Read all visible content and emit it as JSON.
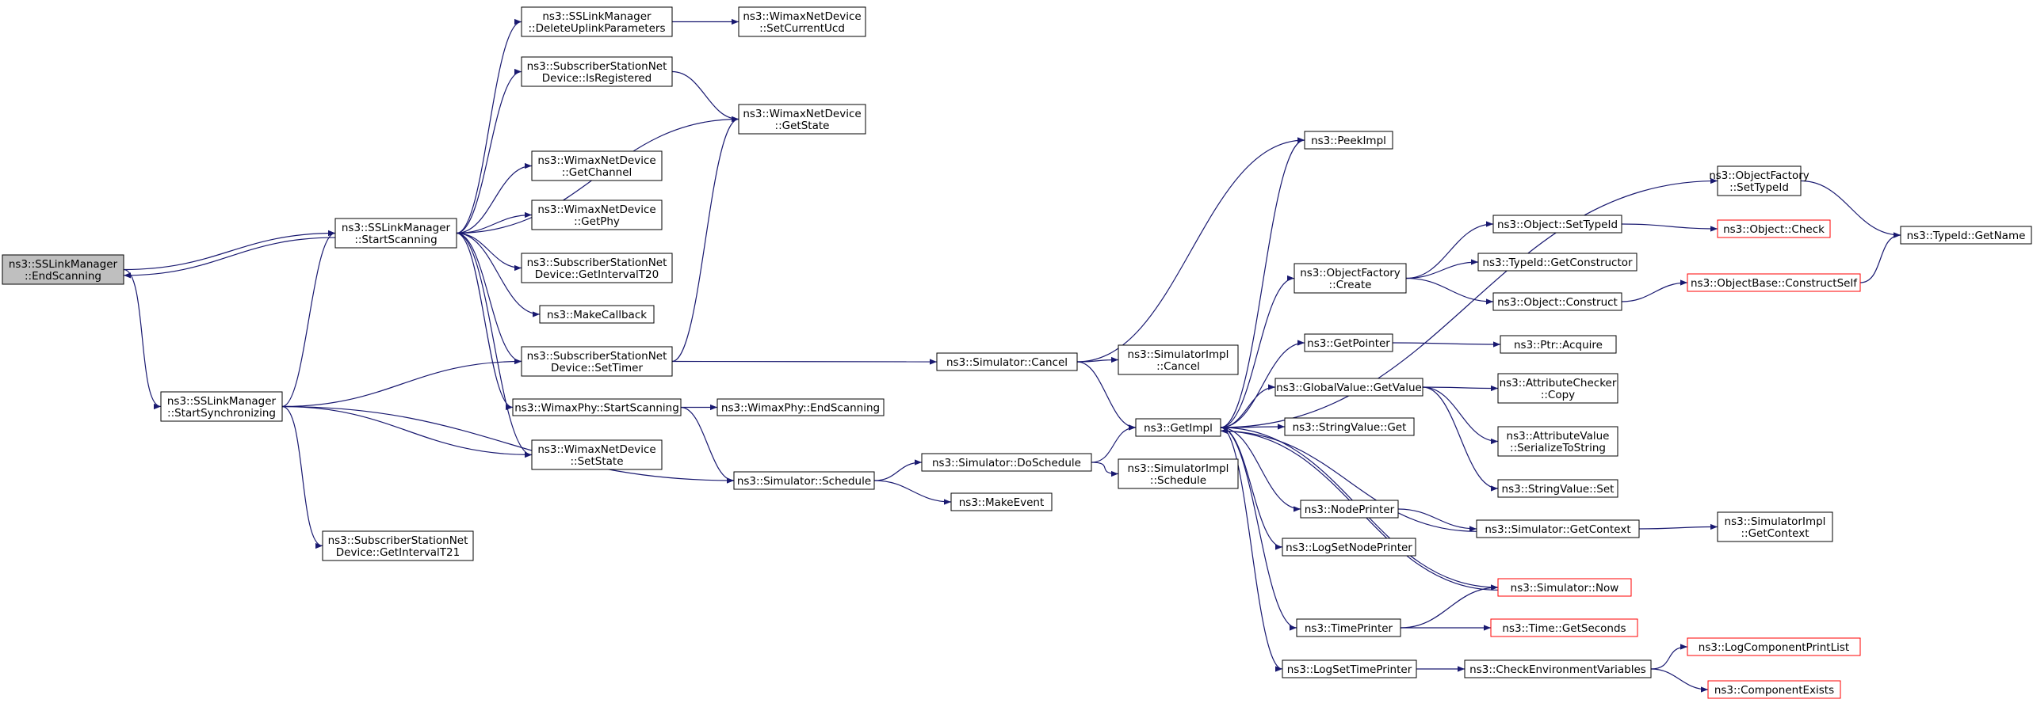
{
  "colors": {
    "node_fill": "#ffffff",
    "node_border": "#000000",
    "missing_border": "#ff0000",
    "current_fill": "#bfbfbf",
    "edge": "#191970"
  },
  "nodes": [
    {
      "id": "ss-endscanning",
      "lines": [
        "ns3::SSLinkManager",
        "::EndScanning"
      ],
      "style": "current"
    },
    {
      "id": "ss-startscanning",
      "lines": [
        "ns3::SSLinkManager",
        "::StartScanning"
      ],
      "style": "normal"
    },
    {
      "id": "ss-startsync",
      "lines": [
        "ns3::SSLinkManager",
        "::StartSynchronizing"
      ],
      "style": "normal"
    },
    {
      "id": "ss-deleteuplink",
      "lines": [
        "ns3::SSLinkManager",
        "::DeleteUplinkParameters"
      ],
      "style": "normal"
    },
    {
      "id": "wnd-setcurrentucd",
      "lines": [
        "ns3::WimaxNetDevice",
        "::SetCurrentUcd"
      ],
      "style": "normal"
    },
    {
      "id": "ssnd-isregistered",
      "lines": [
        "ns3::SubscriberStationNet",
        "Device::IsRegistered"
      ],
      "style": "normal"
    },
    {
      "id": "wnd-getstate",
      "lines": [
        "ns3::WimaxNetDevice",
        "::GetState"
      ],
      "style": "normal"
    },
    {
      "id": "wnd-getchannel",
      "lines": [
        "ns3::WimaxNetDevice",
        "::GetChannel"
      ],
      "style": "normal"
    },
    {
      "id": "wnd-getphy",
      "lines": [
        "ns3::WimaxNetDevice",
        "::GetPhy"
      ],
      "style": "normal"
    },
    {
      "id": "ssnd-getintervalt20",
      "lines": [
        "ns3::SubscriberStationNet",
        "Device::GetIntervalT20"
      ],
      "style": "normal"
    },
    {
      "id": "makecallback",
      "lines": [
        "ns3::MakeCallback"
      ],
      "style": "normal"
    },
    {
      "id": "ssnd-settimer",
      "lines": [
        "ns3::SubscriberStationNet",
        "Device::SetTimer"
      ],
      "style": "normal"
    },
    {
      "id": "phy-startscanning",
      "lines": [
        "ns3::WimaxPhy::StartScanning"
      ],
      "style": "normal"
    },
    {
      "id": "phy-endscanning",
      "lines": [
        "ns3::WimaxPhy::EndScanning"
      ],
      "style": "normal"
    },
    {
      "id": "wnd-setstate",
      "lines": [
        "ns3::WimaxNetDevice",
        "::SetState"
      ],
      "style": "normal"
    },
    {
      "id": "ssnd-getintervalt21",
      "lines": [
        "ns3::SubscriberStationNet",
        "Device::GetIntervalT21"
      ],
      "style": "normal"
    },
    {
      "id": "sim-cancel",
      "lines": [
        "ns3::Simulator::Cancel"
      ],
      "style": "normal"
    },
    {
      "id": "simimpl-cancel",
      "lines": [
        "ns3::SimulatorImpl",
        "::Cancel"
      ],
      "style": "normal"
    },
    {
      "id": "sim-schedule",
      "lines": [
        "ns3::Simulator::Schedule"
      ],
      "style": "normal"
    },
    {
      "id": "sim-doschedule",
      "lines": [
        "ns3::Simulator::DoSchedule"
      ],
      "style": "normal"
    },
    {
      "id": "simimpl-schedule",
      "lines": [
        "ns3::SimulatorImpl",
        "::Schedule"
      ],
      "style": "normal"
    },
    {
      "id": "makeevent",
      "lines": [
        "ns3::MakeEvent"
      ],
      "style": "normal"
    },
    {
      "id": "getimpl",
      "lines": [
        "ns3::GetImpl"
      ],
      "style": "normal"
    },
    {
      "id": "peekimpl",
      "lines": [
        "ns3::PeekImpl"
      ],
      "style": "normal"
    },
    {
      "id": "of-settypeid",
      "lines": [
        "ns3::ObjectFactory",
        "::SetTypeId"
      ],
      "style": "normal"
    },
    {
      "id": "typeid-getname",
      "lines": [
        "ns3::TypeId::GetName"
      ],
      "style": "normal"
    },
    {
      "id": "of-create",
      "lines": [
        "ns3::ObjectFactory",
        "::Create"
      ],
      "style": "normal"
    },
    {
      "id": "obj-settypeid",
      "lines": [
        "ns3::Object::SetTypeId"
      ],
      "style": "normal"
    },
    {
      "id": "obj-check",
      "lines": [
        "ns3::Object::Check"
      ],
      "style": "missing"
    },
    {
      "id": "typeid-getconstructor",
      "lines": [
        "ns3::TypeId::GetConstructor"
      ],
      "style": "normal"
    },
    {
      "id": "obj-construct",
      "lines": [
        "ns3::Object::Construct"
      ],
      "style": "normal"
    },
    {
      "id": "objbase-constructself",
      "lines": [
        "ns3::ObjectBase::ConstructSelf"
      ],
      "style": "missing"
    },
    {
      "id": "getpointer",
      "lines": [
        "ns3::GetPointer"
      ],
      "style": "normal"
    },
    {
      "id": "ptr-acquire",
      "lines": [
        "ns3::Ptr::Acquire"
      ],
      "style": "normal"
    },
    {
      "id": "gv-getvalue",
      "lines": [
        "ns3::GlobalValue::GetValue"
      ],
      "style": "normal"
    },
    {
      "id": "attrchecker-copy",
      "lines": [
        "ns3::AttributeChecker",
        "::Copy"
      ],
      "style": "normal"
    },
    {
      "id": "attrvalue-serialize",
      "lines": [
        "ns3::AttributeValue",
        "::SerializeToString"
      ],
      "style": "normal"
    },
    {
      "id": "stringvalue-get",
      "lines": [
        "ns3::StringValue::Get"
      ],
      "style": "normal"
    },
    {
      "id": "stringvalue-set",
      "lines": [
        "ns3::StringValue::Set"
      ],
      "style": "normal"
    },
    {
      "id": "nodeprinter",
      "lines": [
        "ns3::NodePrinter"
      ],
      "style": "normal"
    },
    {
      "id": "sim-getcontext",
      "lines": [
        "ns3::Simulator::GetContext"
      ],
      "style": "normal"
    },
    {
      "id": "simimpl-getcontext",
      "lines": [
        "ns3::SimulatorImpl",
        "::GetContext"
      ],
      "style": "normal"
    },
    {
      "id": "logsetnodeprinter",
      "lines": [
        "ns3::LogSetNodePrinter"
      ],
      "style": "normal"
    },
    {
      "id": "sim-now",
      "lines": [
        "ns3::Simulator::Now"
      ],
      "style": "missing"
    },
    {
      "id": "timeprinter",
      "lines": [
        "ns3::TimePrinter"
      ],
      "style": "normal"
    },
    {
      "id": "time-getseconds",
      "lines": [
        "ns3::Time::GetSeconds"
      ],
      "style": "missing"
    },
    {
      "id": "logsettimeprinter",
      "lines": [
        "ns3::LogSetTimePrinter"
      ],
      "style": "normal"
    },
    {
      "id": "checkenvvars",
      "lines": [
        "ns3::CheckEnvironmentVariables"
      ],
      "style": "normal"
    },
    {
      "id": "logcomponentprintlist",
      "lines": [
        "ns3::LogComponentPrintList"
      ],
      "style": "missing"
    },
    {
      "id": "componentexists",
      "lines": [
        "ns3::ComponentExists"
      ],
      "style": "missing"
    }
  ],
  "edges": [
    [
      "ss-endscanning",
      "ss-startscanning"
    ],
    [
      "ss-endscanning",
      "ss-startsync"
    ],
    [
      "ss-startscanning",
      "ss-endscanning"
    ],
    [
      "ss-startscanning",
      "ss-deleteuplink"
    ],
    [
      "ss-startscanning",
      "ssnd-isregistered"
    ],
    [
      "ss-startscanning",
      "wnd-getstate"
    ],
    [
      "ss-startscanning",
      "wnd-getchannel"
    ],
    [
      "ss-startscanning",
      "wnd-getphy"
    ],
    [
      "ss-startscanning",
      "ssnd-getintervalt20"
    ],
    [
      "ss-startscanning",
      "makecallback"
    ],
    [
      "ss-startscanning",
      "ssnd-settimer"
    ],
    [
      "ss-startscanning",
      "phy-startscanning"
    ],
    [
      "ss-startscanning",
      "wnd-setstate"
    ],
    [
      "ss-startsync",
      "ss-startscanning"
    ],
    [
      "ss-startsync",
      "ssnd-settimer"
    ],
    [
      "ss-startsync",
      "wnd-setstate"
    ],
    [
      "ss-startsync",
      "sim-schedule"
    ],
    [
      "ss-startsync",
      "ssnd-getintervalt21"
    ],
    [
      "ss-deleteuplink",
      "wnd-setcurrentucd"
    ],
    [
      "ssnd-isregistered",
      "wnd-getstate"
    ],
    [
      "ssnd-settimer",
      "wnd-getstate"
    ],
    [
      "ssnd-settimer",
      "sim-cancel"
    ],
    [
      "phy-startscanning",
      "phy-endscanning"
    ],
    [
      "phy-startscanning",
      "sim-schedule"
    ],
    [
      "sim-schedule",
      "sim-doschedule"
    ],
    [
      "sim-schedule",
      "makeevent"
    ],
    [
      "sim-cancel",
      "peekimpl"
    ],
    [
      "sim-cancel",
      "simimpl-cancel"
    ],
    [
      "sim-cancel",
      "getimpl"
    ],
    [
      "sim-doschedule",
      "getimpl"
    ],
    [
      "sim-doschedule",
      "simimpl-schedule"
    ],
    [
      "getimpl",
      "peekimpl"
    ],
    [
      "getimpl",
      "of-settypeid"
    ],
    [
      "getimpl",
      "of-create"
    ],
    [
      "getimpl",
      "getpointer"
    ],
    [
      "getimpl",
      "gv-getvalue"
    ],
    [
      "getimpl",
      "stringvalue-get"
    ],
    [
      "getimpl",
      "nodeprinter"
    ],
    [
      "getimpl",
      "logsetnodeprinter"
    ],
    [
      "getimpl",
      "sim-now"
    ],
    [
      "getimpl",
      "timeprinter"
    ],
    [
      "getimpl",
      "logsettimeprinter"
    ],
    [
      "of-settypeid",
      "typeid-getname"
    ],
    [
      "of-create",
      "obj-settypeid"
    ],
    [
      "of-create",
      "typeid-getconstructor"
    ],
    [
      "of-create",
      "obj-construct"
    ],
    [
      "obj-settypeid",
      "obj-check"
    ],
    [
      "obj-construct",
      "objbase-constructself"
    ],
    [
      "objbase-constructself",
      "typeid-getname"
    ],
    [
      "getpointer",
      "ptr-acquire"
    ],
    [
      "gv-getvalue",
      "attrchecker-copy"
    ],
    [
      "gv-getvalue",
      "attrvalue-serialize"
    ],
    [
      "gv-getvalue",
      "stringvalue-set"
    ],
    [
      "nodeprinter",
      "sim-getcontext"
    ],
    [
      "sim-getcontext",
      "getimpl"
    ],
    [
      "sim-getcontext",
      "simimpl-getcontext"
    ],
    [
      "sim-now",
      "getimpl"
    ],
    [
      "timeprinter",
      "sim-now"
    ],
    [
      "timeprinter",
      "time-getseconds"
    ],
    [
      "logsettimeprinter",
      "checkenvvars"
    ],
    [
      "checkenvvars",
      "logcomponentprintlist"
    ],
    [
      "checkenvvars",
      "componentexists"
    ]
  ]
}
